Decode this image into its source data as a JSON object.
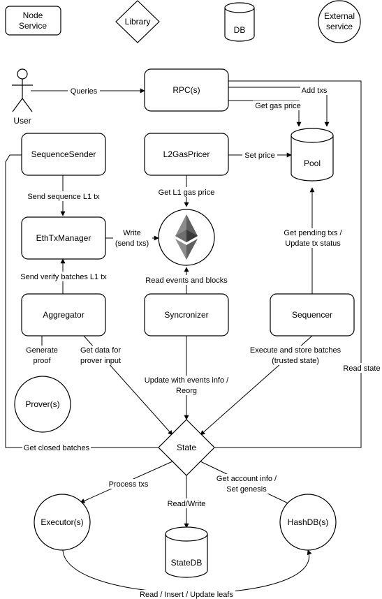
{
  "legend": {
    "node_service": [
      "Node",
      "Service"
    ],
    "library": "Library",
    "db": "DB",
    "external_service": [
      "External",
      "service"
    ]
  },
  "actors": {
    "user": "User"
  },
  "nodes": {
    "rpc": "RPC(s)",
    "sequence_sender": "SequenceSender",
    "l2_gas_pricer": "L2GasPricer",
    "pool": "Pool",
    "eth_tx_manager": "EthTxManager",
    "aggregator": "Aggregator",
    "syncronizer": "Syncronizer",
    "sequencer": "Sequencer",
    "prover": "Prover(s)",
    "state": "State",
    "executor": "Executor(s)",
    "state_db": "StateDB",
    "hash_db": "HashDB(s)"
  },
  "edges": {
    "queries": "Queries",
    "add_txs": "Add txs",
    "get_gas_price": "Get gas price",
    "set_price": "Set price",
    "send_sequence": "Send sequence L1 tx",
    "get_l1_gas_price": "Get L1 gas price",
    "write": [
      "Write",
      "(send txs)"
    ],
    "get_pending": [
      "Get pending txs /",
      "Update tx status"
    ],
    "send_verify": "Send verify batches L1 tx",
    "read_events": "Read events and blocks",
    "generate_proof": [
      "Generate",
      "proof"
    ],
    "get_data": [
      "Get data for",
      "prover input"
    ],
    "execute_store": [
      "Execute and store batches",
      "(trusted state)"
    ],
    "read_state": "Read state",
    "update_events": [
      "Update with events info /",
      "Reorg"
    ],
    "get_closed": "Get closed batches",
    "process_txs": "Process txs",
    "read_write": "Read/Write",
    "get_account": [
      "Get account info /",
      "Set genesis"
    ],
    "read_insert": "Read / Insert / Update leafs"
  },
  "colors": {
    "stroke": "#000000",
    "fill": "#ffffff",
    "eth_light": "#8c8c8c",
    "eth_mid": "#5f5f5f",
    "eth_dark": "#3a3a3a"
  },
  "icons": {
    "ethereum": "ethereum-icon"
  }
}
